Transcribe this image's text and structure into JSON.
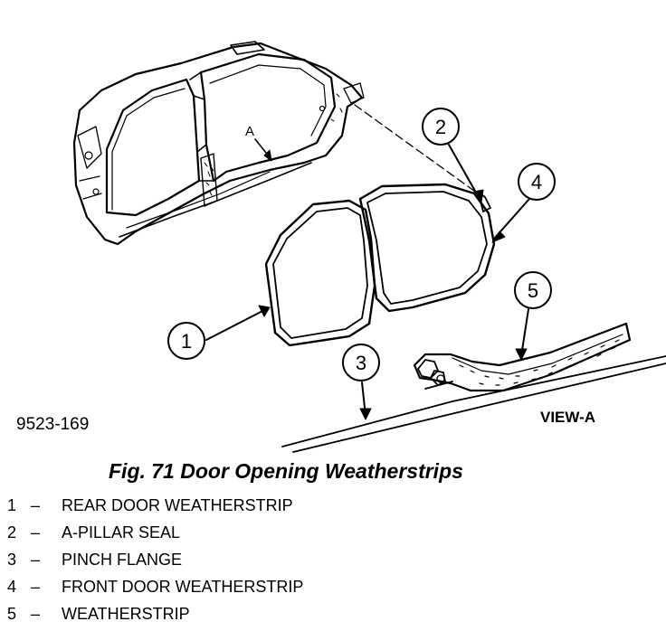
{
  "figure": {
    "number": "9523-169",
    "caption": "Fig. 71 Door Opening Weatherstrips",
    "view_label": "VIEW-A",
    "detail_marker": "A"
  },
  "callouts": [
    "1",
    "2",
    "3",
    "4",
    "5"
  ],
  "legend": [
    {
      "num": "1",
      "dash": "–",
      "label": "REAR DOOR WEATHERSTRIP"
    },
    {
      "num": "2",
      "dash": "–",
      "label": "A-PILLAR SEAL"
    },
    {
      "num": "3",
      "dash": "–",
      "label": "PINCH FLANGE"
    },
    {
      "num": "4",
      "dash": "–",
      "label": "FRONT DOOR WEATHERSTRIP"
    },
    {
      "num": "5",
      "dash": "–",
      "label": "WEATHERSTRIP"
    }
  ]
}
